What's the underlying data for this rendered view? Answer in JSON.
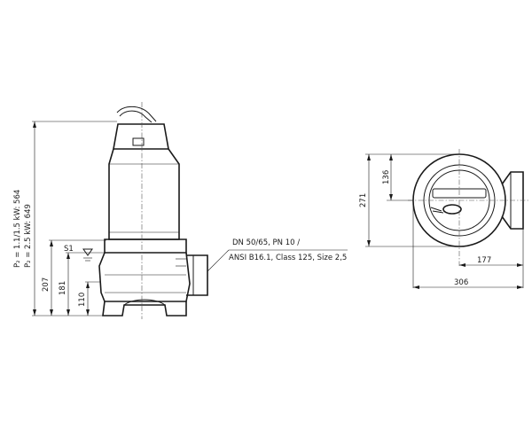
{
  "side_view": {
    "power_label_1": "P₂ = 1.1/1.5 kW: 564",
    "power_label_2": "P₂ = 2.5 kW: 649",
    "dim_207": "207",
    "dim_181": "181",
    "dim_110": "110",
    "water_level_label": "S1"
  },
  "connection_note": {
    "line1": "DN 50/65, PN 10 /",
    "line2": "ANSI B16.1, Class 125, Size 2,5"
  },
  "top_view": {
    "dim_136": "136",
    "dim_271": "271",
    "dim_177": "177",
    "dim_306": "306"
  }
}
